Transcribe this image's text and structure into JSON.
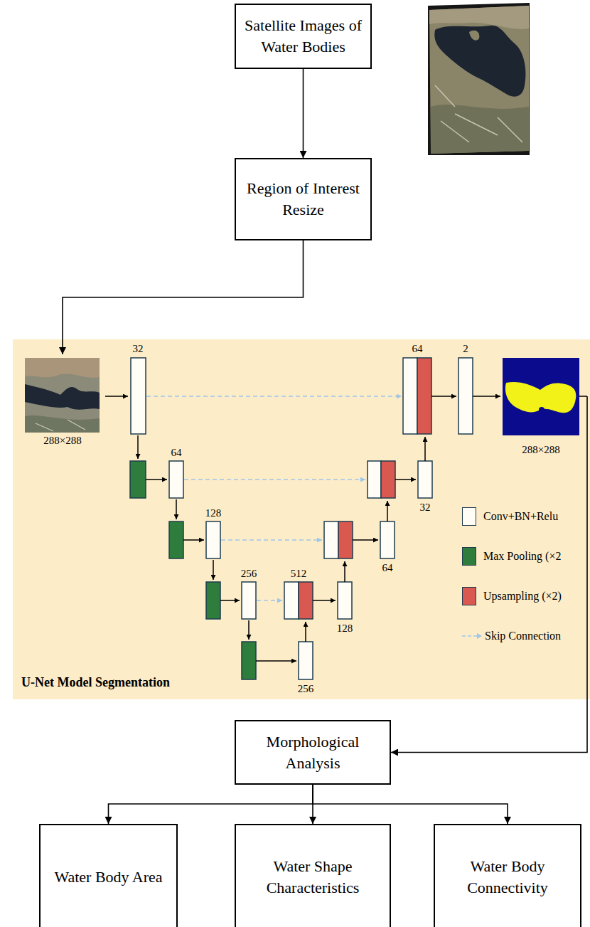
{
  "diagram": {
    "nodes": [
      {
        "text": [
          "Satellite Images of Water Bodies"
        ]
      },
      {
        "text": [
          "Region of Interest Resize"
        ]
      },
      {
        "text": [
          "U-Net Model Segmentation"
        ]
      },
      {
        "text": [
          "Morphological Analysis"
        ]
      },
      {
        "text": [
          "Water Body Area"
        ]
      },
      {
        "text": [
          "Water Shape Characteristics"
        ]
      },
      {
        "text": [
          "Water Body Connectivity"
        ]
      }
    ],
    "edges": [
      {
        "from": 0,
        "to": 1,
        "arrow": "to"
      },
      {
        "from": 1,
        "to": 2,
        "arrow": "to"
      },
      {
        "from": 2,
        "to": 3,
        "arrow": "to"
      },
      {
        "from": 3,
        "to": 4,
        "arrow": "to"
      },
      {
        "from": 3,
        "to": 5,
        "arrow": "to"
      },
      {
        "from": 3,
        "to": 6,
        "arrow": "to"
      }
    ],
    "labels": [
      "288×288",
      "32",
      "64",
      "128",
      "256",
      "512",
      "256",
      "128",
      "64",
      "32",
      "64",
      "2",
      "288×288"
    ],
    "legend": [
      {
        "text": "Conv+BN+Relu",
        "color": "#fffdf5"
      },
      {
        "text": "Max Pooling (×2",
        "color": "#2e7d3c"
      },
      {
        "text": "Upsampling (×2)",
        "color": "#d9584f"
      },
      {
        "text": "Skip Connection"
      }
    ]
  }
}
